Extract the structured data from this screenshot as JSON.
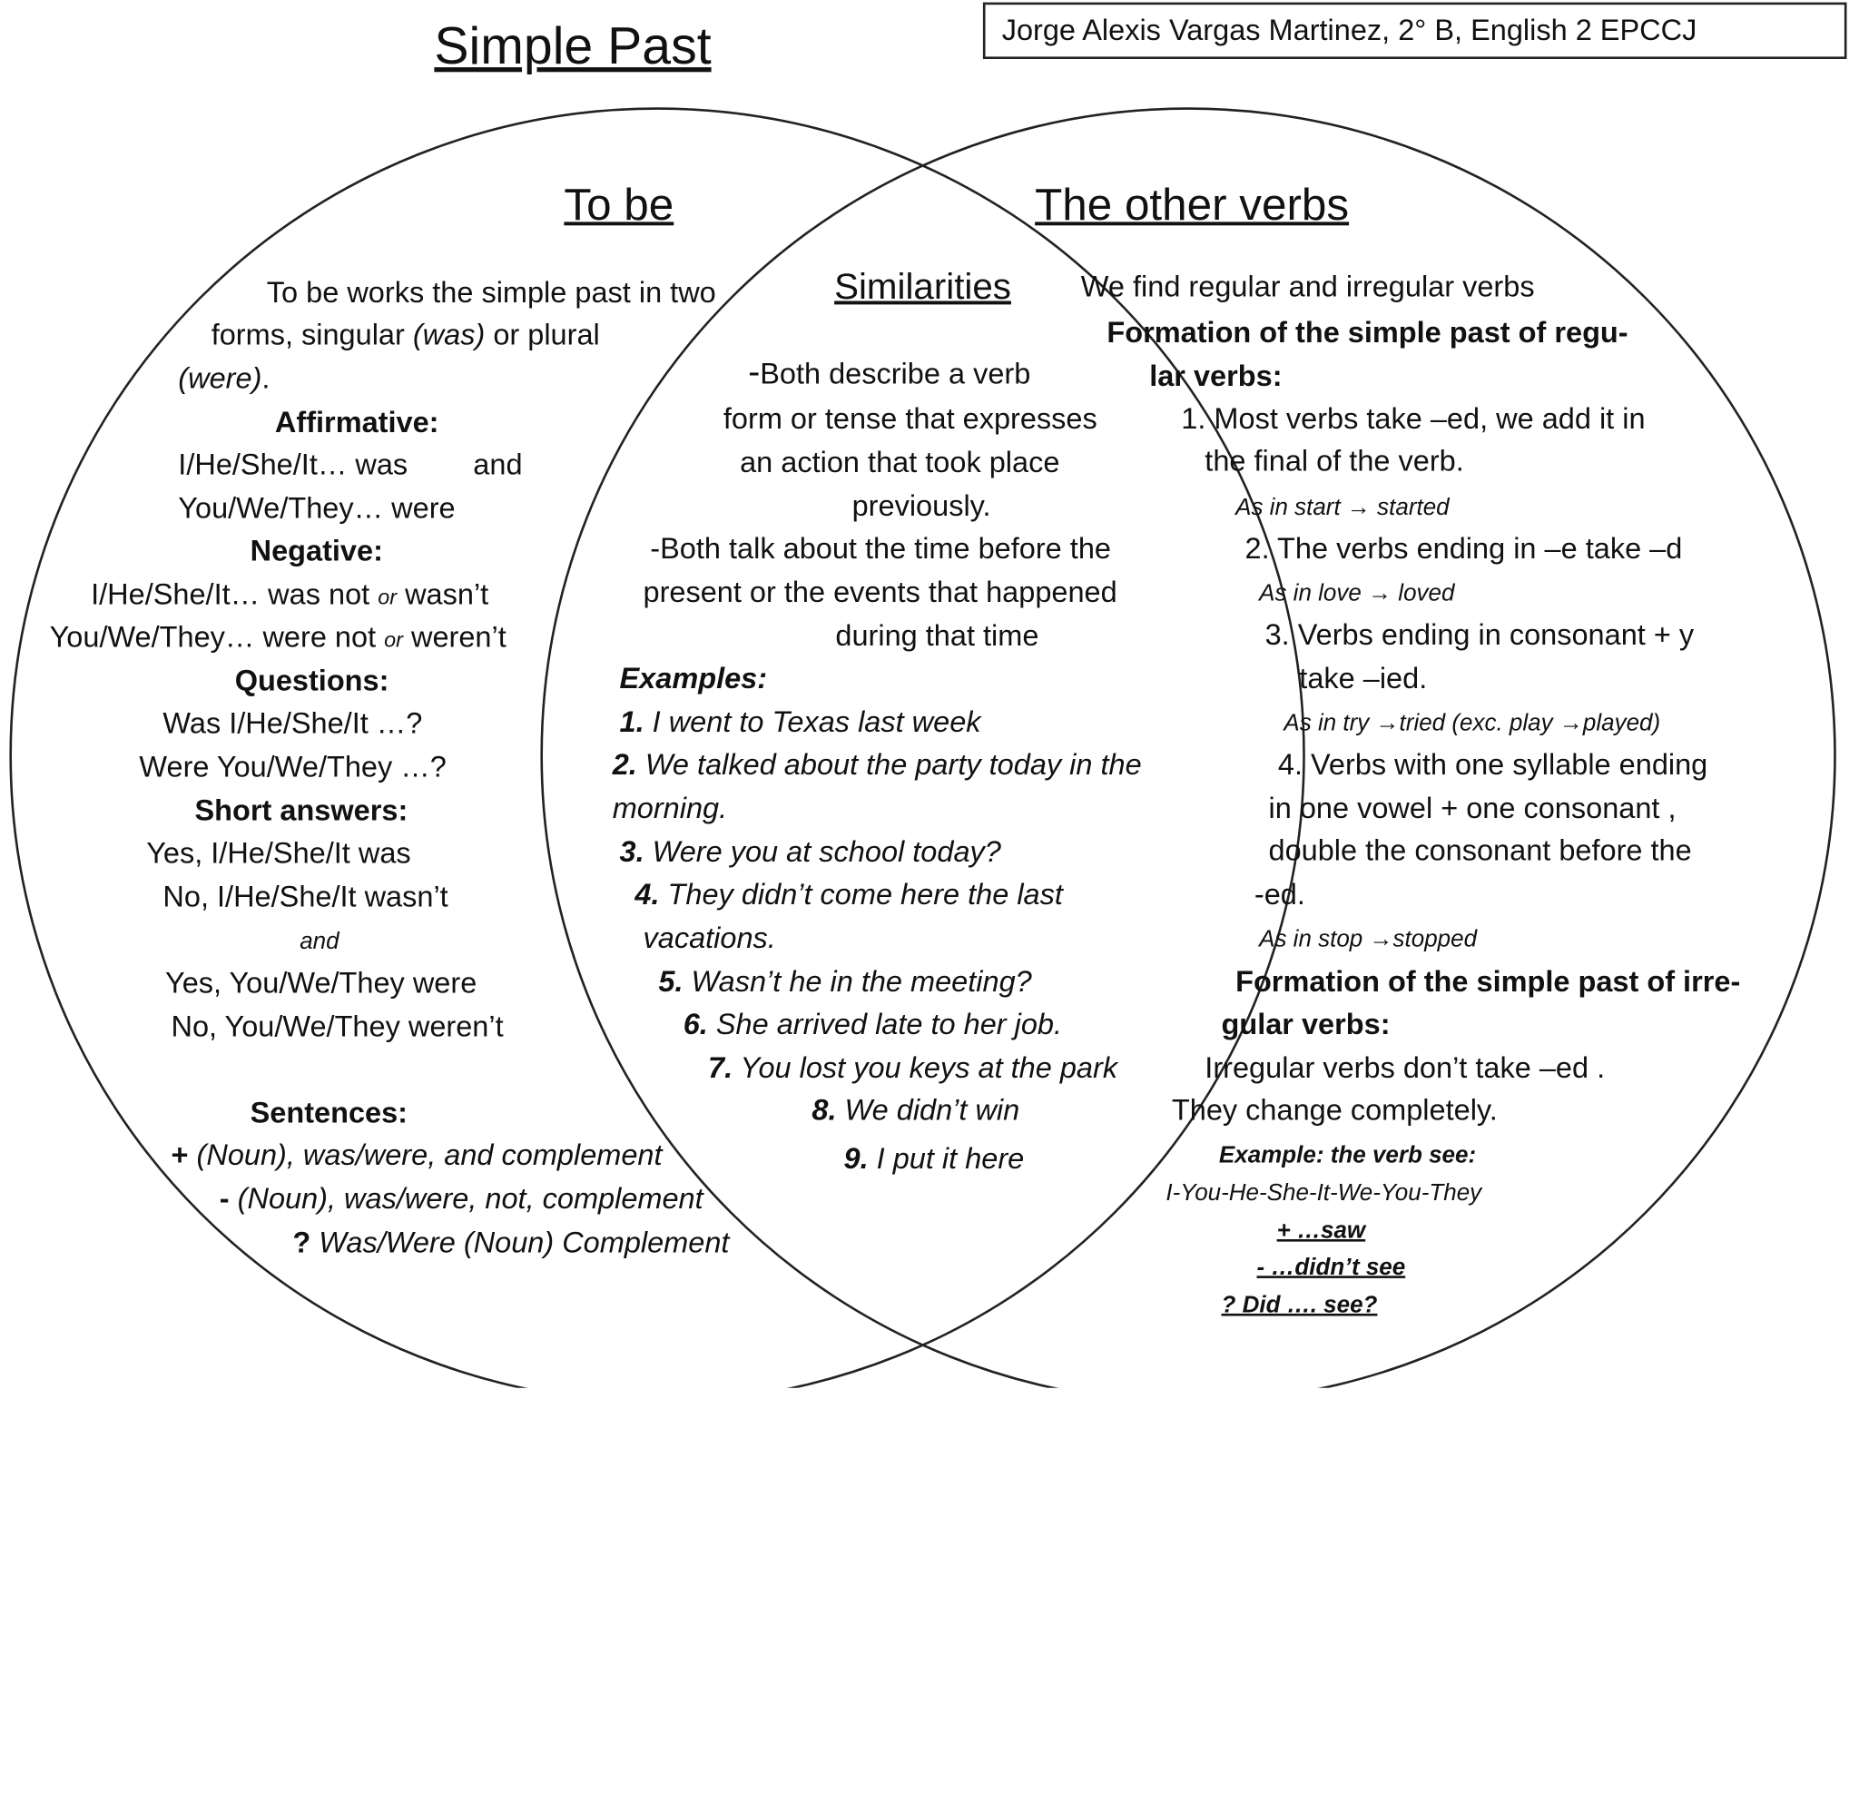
{
  "title": "Simple Past",
  "author": "Jorge Alexis Vargas Martinez, 2° B, English 2 EPCCJ",
  "colors": {
    "ink": "#111111",
    "background": "#ffffff"
  },
  "left": {
    "heading": "To be",
    "intro": {
      "line1": "To be works the simple past in two",
      "line2a": "forms,  singular ",
      "line2b": "(was)",
      "line2c": " or plural",
      "line3": "(were)",
      "line3end": "."
    },
    "affirmative_label": "Affirmative:",
    "aff_line1": "I/He/She/It… was",
    "aff_and": "and",
    "aff_line2": "You/We/They…  were",
    "negative_label": "Negative:",
    "neg_line1a": "I/He/She/It…  was not ",
    "neg_or": "or",
    "neg_line1b": "  wasn’t",
    "neg_line2a": "You/We/They…  were not ",
    "neg_line2b": " weren’t",
    "questions_label": "Questions:",
    "q_line1": "Was I/He/She/It …?",
    "q_line2": "Were You/We/They …?",
    "short_label": "Short answers:",
    "sa_line1": "Yes, I/He/She/It  was",
    "sa_line2": "No, I/He/She/It  wasn’t",
    "sa_and": "and",
    "sa_line3": "Yes, You/We/They  were",
    "sa_line4": "No, You/We/They  weren’t",
    "sentences_label": "Sentences:",
    "s_plus_sym": "+",
    "s_plus": "  (Noun), was/were, and complement",
    "s_minus_sym": "-",
    "s_minus": " (Noun), was/were, not, complement",
    "s_q_sym": "?",
    "s_q": " Was/Were (Noun) Complement"
  },
  "middle": {
    "heading": "Similarities",
    "sim1_line1a": "-",
    "sim1_line1b": "Both describe  a verb",
    "sim1_line2": "form or tense that expresses",
    "sim1_line3": "an action that took place",
    "sim1_line4": "previously.",
    "sim2_line1": "-Both talk  about the time before the",
    "sim2_line2": "present or the events that happened",
    "sim2_line3": "during that time",
    "examples_label": "Examples:",
    "ex1_num": "1.",
    "ex1": " I went to Texas  last week",
    "ex2_num": "2.",
    "ex2": " We talked about the party today in the",
    "ex2b": "morning.",
    "ex3_num": "3.",
    "ex3": " Were you at  school today?",
    "ex4_num": "4.",
    "ex4": " They didn’t come here the last",
    "ex4b": "vacations.",
    "ex5_num": "5.",
    "ex5": " Wasn’t he in the meeting?",
    "ex6_num": "6.",
    "ex6": " She arrived late to her job.",
    "ex7_num": "7.",
    "ex7": " You lost you keys at the park",
    "ex8_num": "8.",
    "ex8": " We didn’t win",
    "ex9_num": "9.",
    "ex9": " I put it here"
  },
  "right": {
    "heading": "The other verbs",
    "intro": "We find regular and irregular verbs",
    "reg_label1": "Formation of the simple past of regu-",
    "reg_label2": "lar verbs:",
    "r1_line1": "1. Most verbs take –ed, we add it in",
    "r1_line2": "the final of the verb.",
    "r1_ex_a": "As in    start",
    "r1_ex_b": "started",
    "r2_line1": "2. The verbs ending in –e take –d",
    "r2_ex_a": "As in   love",
    "r2_ex_b": "loved",
    "r3_line1": "3. Verbs ending in consonant + y",
    "r3_line2": "take –ied.",
    "r3_ex_a": "As in  try",
    "r3_ex_b": "tried  (exc. play",
    "r3_ex_c": "played)",
    "r4_line1": "4. Verbs with one syllable ending",
    "r4_line2": "in one vowel + one consonant ,",
    "r4_line3": "double the consonant before the",
    "r4_line4": "-ed.",
    "r4_ex_a": "As in  stop",
    "r4_ex_b": "stopped",
    "irr_label1": "Formation of the simple past of  irre-",
    "irr_label2": "gular verbs:",
    "irr_line1": "Irregular verbs don’t take –ed .",
    "irr_line2": "They change completely.",
    "irr_ex_label": "Example: the verb  see:",
    "irr_pronouns": "I-You-He-She-It-We-You-They",
    "irr_plus": "+ …saw",
    "irr_minus": "- …didn’t see",
    "irr_q": "?  Did …. see?",
    "arrow": "→"
  }
}
